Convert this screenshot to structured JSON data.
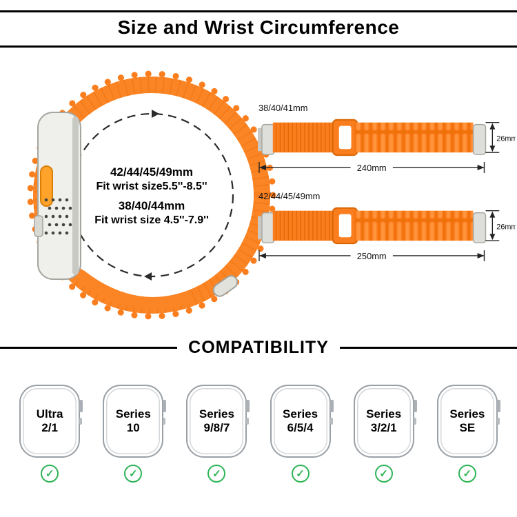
{
  "page": {
    "title": "Size and Wrist Circumference"
  },
  "size_loop": {
    "line1": "42/44/45/49mm",
    "line2": "Fit wrist size5.5''-8.5''",
    "line3": "38/40/44mm",
    "line4": "Fit wrist size 4.5''-7.9''"
  },
  "bands": [
    {
      "label": "38/40/41mm",
      "width": "26mm",
      "length": "240mm"
    },
    {
      "label": "42/44/45/49mm",
      "width": "26mm",
      "length": "250mm"
    }
  ],
  "compatibility": {
    "title": "COMPATIBILITY",
    "check_icon": "✓",
    "models": [
      {
        "line1": "Ultra",
        "line2": "2/1"
      },
      {
        "line1": "Series",
        "line2": "10"
      },
      {
        "line1": "Series",
        "line2": "9/8/7"
      },
      {
        "line1": "Series",
        "line2": "6/5/4"
      },
      {
        "line1": "Series",
        "line2": "3/2/1"
      },
      {
        "line1": "Series",
        "line2": "SE"
      }
    ]
  },
  "colors": {
    "band_orange": "#FB7E1E",
    "band_orange_dark": "#E56A06",
    "check_green": "#2FB457"
  }
}
